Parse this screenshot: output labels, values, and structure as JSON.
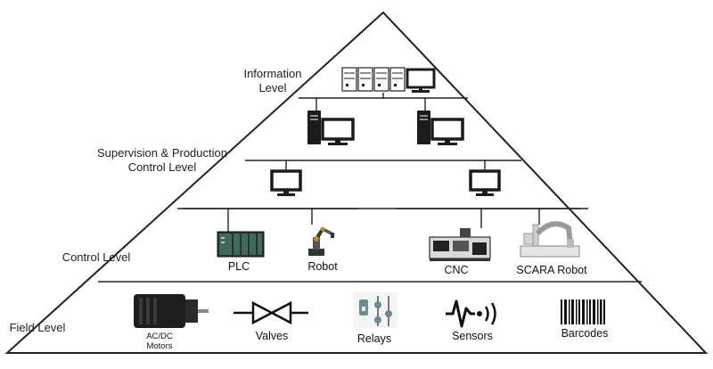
{
  "levels": {
    "information": [
      "Information",
      "Level"
    ],
    "supervision": [
      "Supervision & Production",
      "Control Level"
    ],
    "control": "Control Level",
    "field": "Field Level"
  },
  "control_devices": {
    "plc": "PLC",
    "robot": "Robot",
    "cnc": "CNC",
    "scara": "SCARA Robot"
  },
  "field_devices": {
    "motors": [
      "AC/DC",
      "Motors"
    ],
    "valves": "Valves",
    "relays": "Relays",
    "sensors": "Sensors",
    "barcodes": "Barcodes"
  },
  "colors": {
    "line": "#222222",
    "icon_dark": "#1c1c1c",
    "icon_gray": "#8a8a8a",
    "plc_green": "#3e6a5c"
  }
}
